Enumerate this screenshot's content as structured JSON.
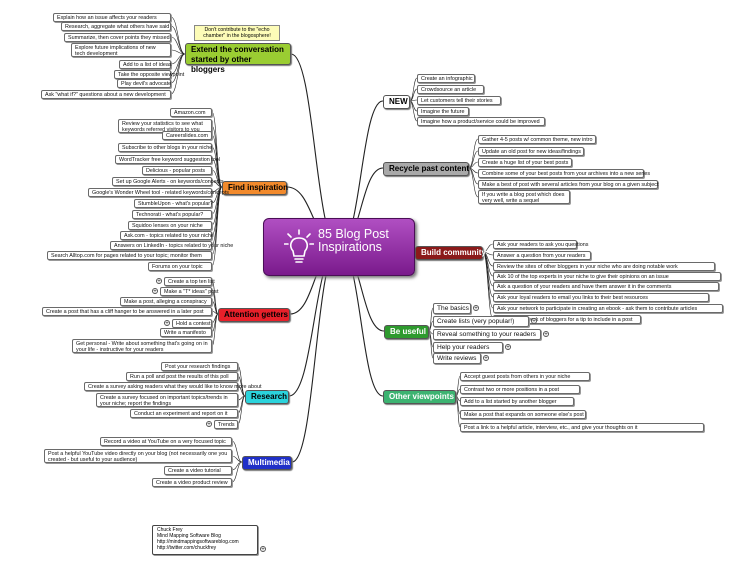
{
  "central": {
    "title": "85 Blog Post Inspirations",
    "icon": "lightbulb-icon",
    "color": "#8e2aa0"
  },
  "callout": "Don't contribute to the \"echo chamber\" in the blogosphere!",
  "author": {
    "lines": [
      "Chuck Frey",
      "Mind Mapping Software Blog",
      "http://mindmappingsoftwareblog.com",
      "http://twitter.com/chuckfrey"
    ]
  },
  "branches": {
    "extend": {
      "label": "Extend the conversation started by other bloggers",
      "color": "#9acd32",
      "items": [
        "Explain how an issue affects your readers",
        "Research, aggregate what others have said",
        "Summarize, then cover points they missed",
        "Explore future implications of new tech development",
        "Add to a list of ideas",
        "Take the opposite viewpoint",
        "Play devil's advocate",
        "Ask \"what if?\" questions about a new development"
      ]
    },
    "find": {
      "label": "Find inspiration",
      "color": "#f28a2c",
      "items": [
        "Amazon.com",
        "Review your statistics to see what keywords referred visitors to you",
        "Careerslides.com",
        "Subscribe to other blogs in your niche",
        "WordTracker free keyword suggestion tool",
        "Delicious - popular posts",
        "Set up Google Alerts - on keywords/concepts",
        "Google's Wonder Wheel tool - related keywords/concepts",
        "StumbleUpon - what's popular?",
        "Technorati - what's popular?",
        "Squidoo lenses on your niche",
        "Ask.com - topics related to your niche",
        "Answers on LinkedIn - topics related to your niche",
        "Search Alltop.com for pages related to your topic; monitor them",
        "Forums on your topic"
      ]
    },
    "attention": {
      "label": "Attention getters",
      "color": "#e8202a",
      "items": [
        "Create a top ten list",
        "Make a \"T* ideas\" post",
        "Make a post, alleging a conspiracy",
        "Create a post that has a cliff hanger to be answered in a later post",
        "Hold a contest",
        "Write a manifesto",
        "Get personal - Write about something that's going on in your life - instructive for your readers"
      ]
    },
    "research": {
      "label": "Research",
      "color": "#2bd3dc",
      "items": [
        "Post your research findings",
        "Run a poll and post the results of this poll",
        "Create a survey asking readers what they would like to know more about",
        "Create a survey focused on important topics/trends in your niche; report the findings",
        "Conduct an experiment and report on it",
        "Trends"
      ]
    },
    "multimedia": {
      "label": "Multimedia",
      "color": "#2030c8",
      "items": [
        "Record a video at YouTube on a very focused topic",
        "Post a helpful YouTube video directly on your blog (not necessarily one you created - but useful to your audience)",
        "Create a video tutorial",
        "Create a video product review"
      ]
    },
    "new": {
      "label": "NEW",
      "color": "#ffffff",
      "items": [
        "Create an infographic",
        "Crowdsource an article",
        "Let customers tell their stories",
        "Imagine the future",
        "Imagine how a product/service could be improved"
      ]
    },
    "recycle": {
      "label": "Recycle past content",
      "color": "#a9a9a9",
      "items": [
        "Gather 4-5 posts w/ common theme, new intro",
        "Update an old post for new ideas/findings",
        "Create a huge list of your best posts",
        "Combine some of your best posts from your archives into a new series",
        "Make a best of post with several articles from your blog on a given subject",
        "If you write a blog post which does very well, write a sequel"
      ]
    },
    "community": {
      "label": "Build community",
      "color": "#8b1a1a",
      "items": [
        "Ask your readers to ask you questions",
        "Answer a question from your readers",
        "Review the sites of other bloggers in your niche who are doing notable work",
        "Ask 10 of the top experts in your niche to give their opinions on an issue",
        "Ask a question of your readers and have them answer it in the comments",
        "Ask your loyal readers to email you links to their best resources",
        "Ask your network to participate in creating an ebook - ask them to contribute articles",
        "Ask your network of bloggers for a tip to include in a post"
      ]
    },
    "useful": {
      "label": "Be useful",
      "color": "#2e9a2e",
      "items": [
        "The basics",
        "Create lists (very popular!)",
        "Reveal something to your readers",
        "Help your readers",
        "Write reviews"
      ]
    },
    "other": {
      "label": "Other viewpoints",
      "color": "#3cb371",
      "items": [
        "Accept guest posts from others in your niche",
        "Contrast two or more positions in a post",
        "Add to a list started by another blogger",
        "Make a post that expands on someone else's post",
        "Post a link to a helpful article, interview, etc., and give your thoughts on it"
      ]
    }
  }
}
